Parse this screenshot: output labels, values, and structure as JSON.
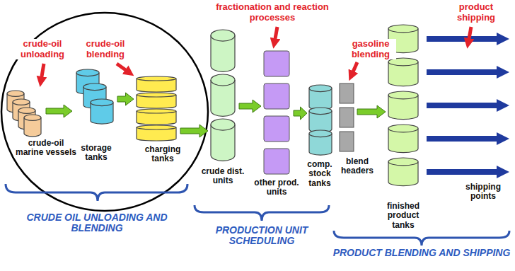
{
  "diagram": {
    "nodes": [
      {
        "text": [
          "crude-oil marine vessels"
        ]
      },
      {
        "text": [
          "storage tanks"
        ]
      },
      {
        "text": [
          "charging tanks"
        ]
      },
      {
        "text": [
          "crude dist. units"
        ]
      },
      {
        "text": [
          "other prod. units"
        ]
      },
      {
        "text": [
          "comp. stock tanks"
        ]
      },
      {
        "text": [
          "blend headers"
        ]
      },
      {
        "text": [
          "finished product tanks"
        ]
      },
      {
        "text": [
          "shipping points"
        ]
      }
    ],
    "edges": [
      {
        "from": 0,
        "to": 1,
        "arrow": "to"
      },
      {
        "from": 1,
        "to": 2,
        "arrow": "to"
      },
      {
        "from": 2,
        "to": 3,
        "arrow": "to"
      },
      {
        "from": 3,
        "to": 4,
        "arrow": "to"
      },
      {
        "from": 4,
        "to": 5,
        "arrow": "to"
      },
      {
        "from": 6,
        "to": 7,
        "arrow": "to"
      }
    ],
    "labels": [
      "crude-oil unloading",
      "crude-oil blending",
      "fractionation and reaction processes",
      "gasoline blending",
      "product shipping",
      "CRUDE OIL UNLOADING AND BLENDING",
      "PRODUCTION UNIT SCHEDULING",
      "PRODUCT BLENDING AND SHIPPING"
    ]
  }
}
